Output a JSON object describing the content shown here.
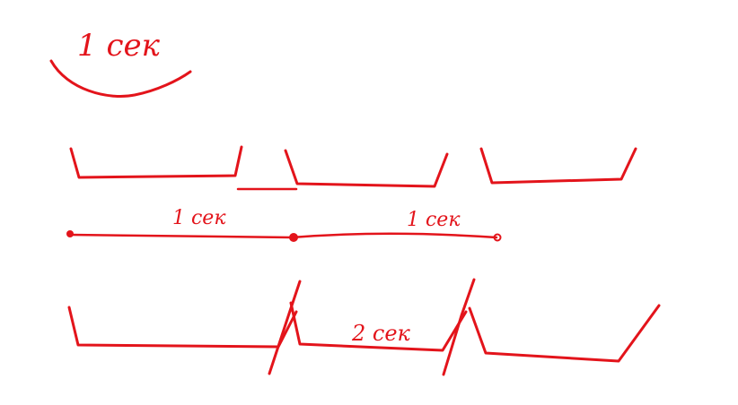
{
  "colors": {
    "ink": "#e3141b",
    "background": "#ffffff"
  },
  "labels": {
    "top_label": "1 сек",
    "segment_1_label": "1 сек",
    "segment_2_label": "1 сек",
    "bottom_label": "2 сек"
  }
}
